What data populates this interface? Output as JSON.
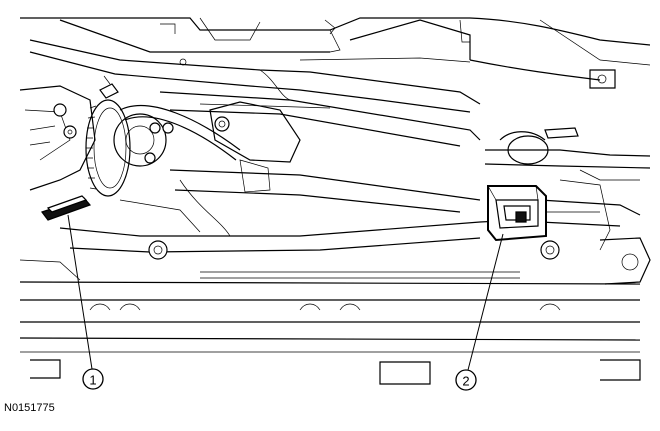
{
  "figure": {
    "id_label": "N0151775"
  },
  "callouts": [
    {
      "number": "1",
      "part": "component-1"
    },
    {
      "number": "2",
      "part": "component-2"
    }
  ]
}
